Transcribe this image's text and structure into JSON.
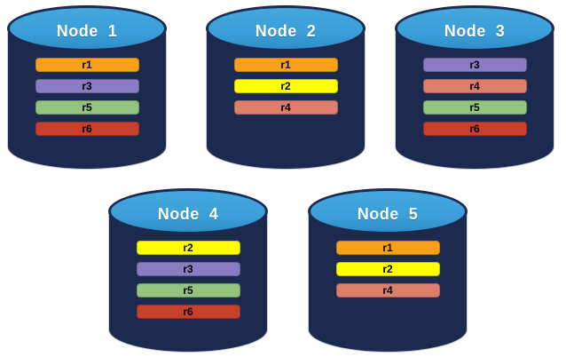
{
  "diagram": {
    "description": "Five database node cylinders showing replicated records",
    "title_text_color": "#FFFFFF",
    "record_text_color": "#000000"
  },
  "colors": {
    "background": "#FFFFFF",
    "cylinder_body": "#1B2A4E",
    "cylinder_top": "#3FA2DC",
    "cylinder_outline": "#1B2A4E"
  },
  "record_colors": {
    "r1": "#F9A01B",
    "r2": "#FFFF00",
    "r3": "#8A7CC2",
    "r4": "#DD7E6B",
    "r5": "#93C47D",
    "r6": "#C9402A"
  },
  "nodes": [
    {
      "title": "Node  1",
      "records": [
        "r1",
        "r3",
        "r5",
        "r6"
      ]
    },
    {
      "title": "Node  2",
      "records": [
        "r1",
        "r2",
        "r4"
      ]
    },
    {
      "title": "Node  3",
      "records": [
        "r3",
        "r4",
        "r5",
        "r6"
      ]
    },
    {
      "title": "Node  4",
      "records": [
        "r2",
        "r3",
        "r5",
        "r6"
      ]
    },
    {
      "title": "Node  5",
      "records": [
        "r1",
        "r2",
        "r4"
      ]
    }
  ]
}
